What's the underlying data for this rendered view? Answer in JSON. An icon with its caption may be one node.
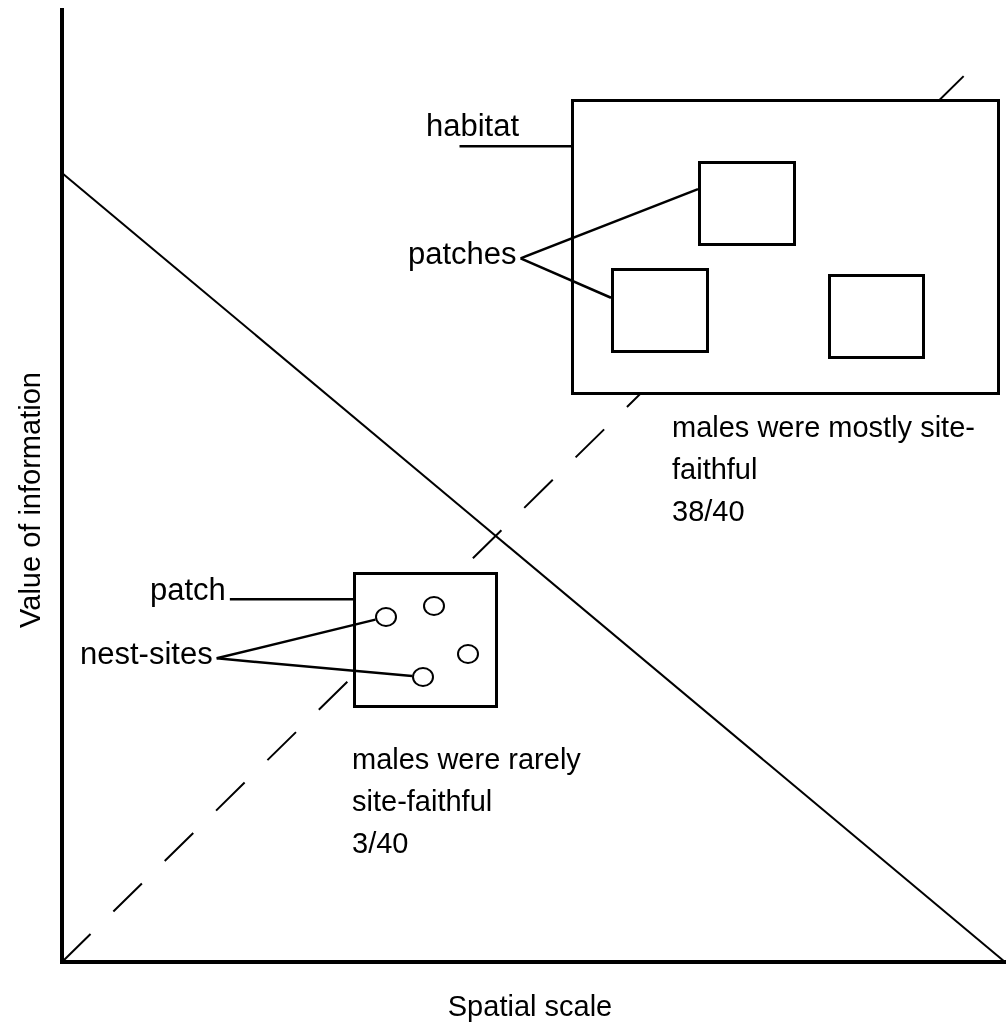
{
  "diagram": {
    "nodes": [
      {
        "text": [],
        "shape": "box"
      },
      {
        "text": [],
        "shape": "box",
        "in": 0
      },
      {
        "text": [],
        "shape": "box",
        "in": 0
      },
      {
        "text": [],
        "shape": "box",
        "in": 0
      },
      {
        "text": [
          "habitat"
        ]
      },
      {
        "text": [
          "patches"
        ]
      },
      {
        "text": [],
        "shape": "box"
      },
      {
        "text": [],
        "shape": "circle",
        "in": 6
      },
      {
        "text": [],
        "shape": "circle",
        "in": 6
      },
      {
        "text": [],
        "shape": "circle",
        "in": 6
      },
      {
        "text": [],
        "shape": "circle",
        "in": 6
      },
      {
        "text": [
          "patch"
        ]
      },
      {
        "text": [
          "nest-sites"
        ]
      }
    ],
    "edges": [
      {
        "from": 4,
        "to": 0,
        "arrow": "none"
      },
      {
        "from": 5,
        "to": 1,
        "arrow": "none"
      },
      {
        "from": 5,
        "to": 2,
        "arrow": "none"
      },
      {
        "from": 11,
        "to": 6,
        "arrow": "none"
      },
      {
        "from": 12,
        "to": 7,
        "arrow": "none"
      },
      {
        "from": 12,
        "to": 8,
        "arrow": "none"
      }
    ],
    "labels": [
      "Value of information",
      "males were mostly site-faithful",
      "38/40",
      "males were rarely site-faithful",
      "3/40",
      "Spatial scale"
    ]
  }
}
